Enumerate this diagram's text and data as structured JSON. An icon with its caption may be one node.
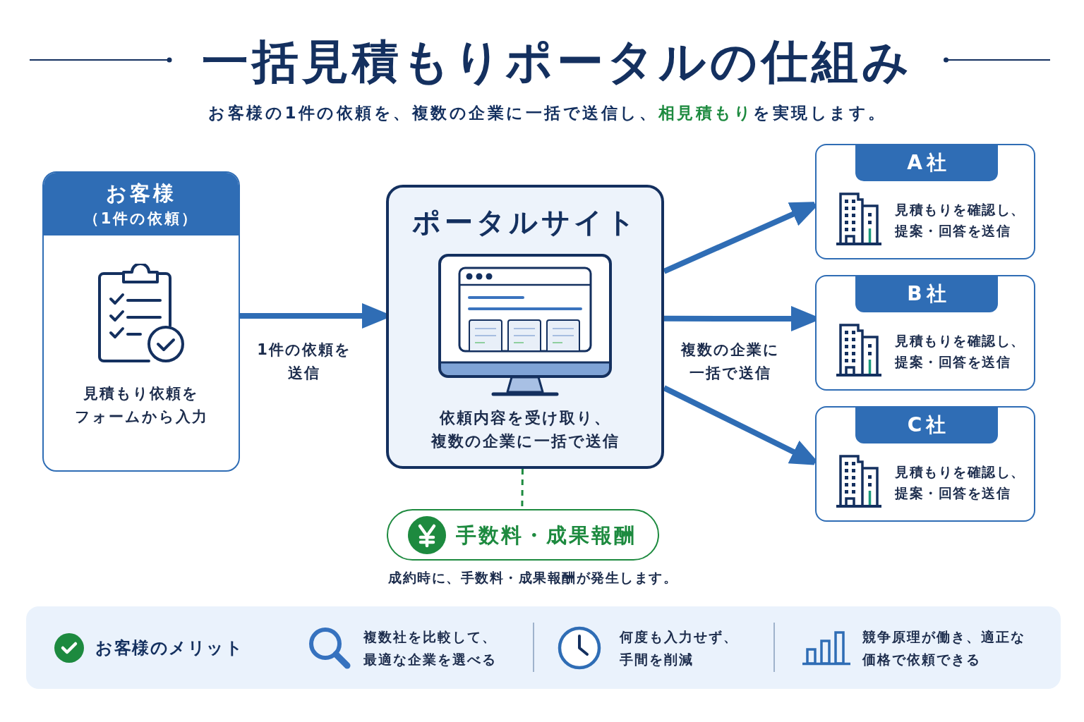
{
  "diagram": {
    "title": "一括見積もりポータルの仕組み",
    "nodes": [
      {
        "text": [
          "お客様",
          "（1件の依頼）",
          "見積もり依頼をフォームから入力"
        ]
      },
      {
        "text": [
          "ポータルサイト",
          "依頼内容を受け取り、複数の企業に一括で送信"
        ]
      },
      {
        "text": [
          "A社",
          "見積もりを確認し、提案・回答を送信"
        ]
      },
      {
        "text": [
          "B社",
          "見積もりを確認し、提案・回答を送信"
        ]
      },
      {
        "text": [
          "C社",
          "見積もりを確認し、提案・回答を送信"
        ]
      },
      {
        "text": [
          "手数料・成果報酬"
        ],
        "beside": [
          "成約時に、手数料・成果報酬が発生します。"
        ]
      },
      {
        "text": [
          "お客様のメリット",
          "複数社を比較して、最適な企業を選べる",
          "何度も入力せず、手間を削減",
          "競争原理が働き、適正な価格で依頼できる"
        ]
      }
    ],
    "edges": [
      {
        "from": 0,
        "to": 1,
        "arrow": "to",
        "label": "1件の依頼を送信"
      },
      {
        "from": 1,
        "to": 2,
        "arrow": "to"
      },
      {
        "from": 1,
        "to": 3,
        "arrow": "to",
        "label": "複数の企業に一括で送信"
      },
      {
        "from": 1,
        "to": 4,
        "arrow": "to"
      },
      {
        "from": 1,
        "to": 5,
        "arrow": "none",
        "style": "dashed",
        "color": "#1d8a3f"
      }
    ],
    "labels": [
      "お客様の1件の依頼を、複数の企業に一括で送信し、**相見積もり**を実現します。"
    ]
  }
}
